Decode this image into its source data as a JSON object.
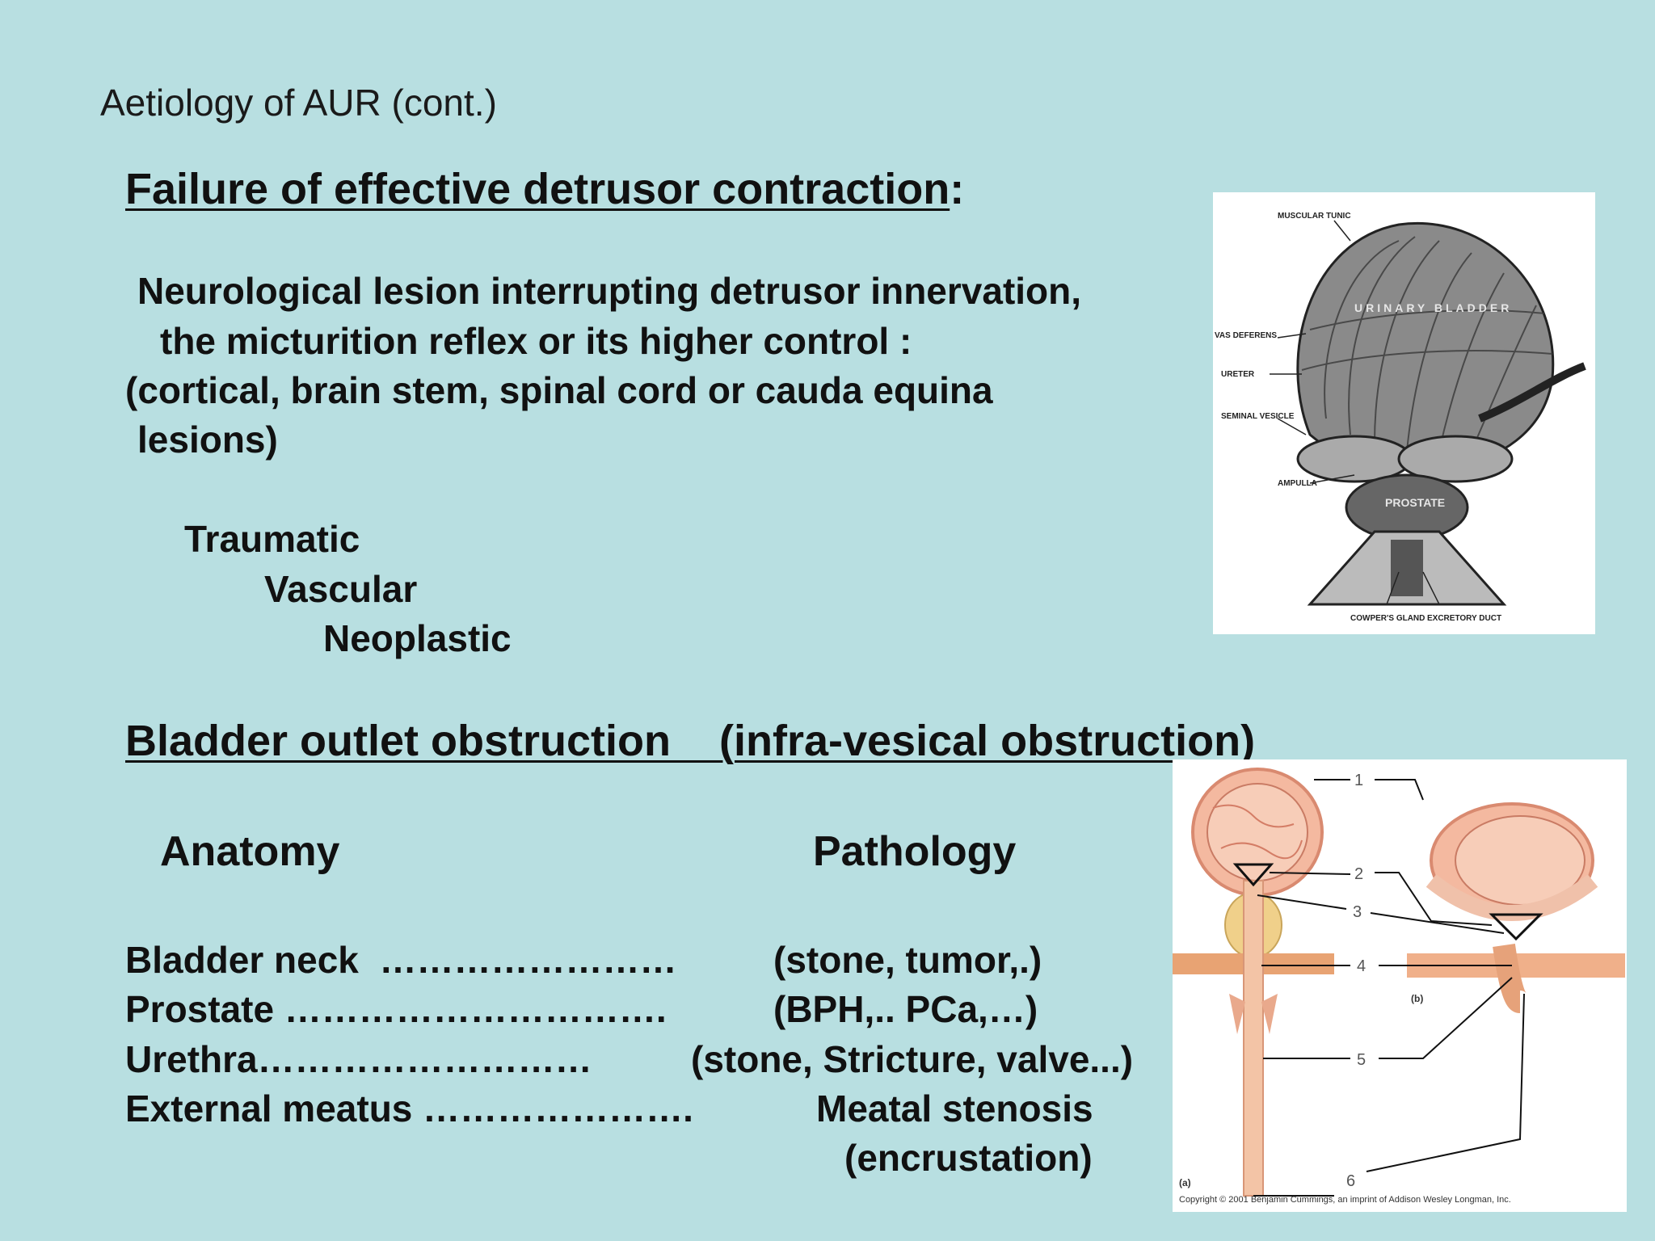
{
  "title": "Aetiology of AUR (cont.)",
  "section1": {
    "heading": "Failure of effective detrusor contraction",
    "heading_suffix": ":",
    "lines": [
      "Neurological lesion interrupting detrusor innervation,",
      "the micturition reflex or its higher control :",
      "(cortical, brain stem, spinal cord or cauda equina",
      "lesions)"
    ],
    "causes": [
      "Traumatic",
      "Vascular",
      "Neoplastic"
    ]
  },
  "section2": {
    "heading": "Bladder outlet obstruction    (infra-vesical obstruction)",
    "col_anatomy": "Anatomy",
    "col_pathology": "Pathology",
    "rows": [
      {
        "anatomy": "Bladder neck  ……………………",
        "pathology": "(stone, tumor,.)"
      },
      {
        "anatomy": "Prostate ………………………….",
        "pathology": "(BPH,.. PCa,…)"
      },
      {
        "anatomy": "Urethra………………………",
        "pathology": "(stone, Stricture, valve...)"
      },
      {
        "anatomy": "External meatus ………………….",
        "pathology": "Meatal stenosis"
      }
    ],
    "extra": "(encrustation)"
  },
  "figure1": {
    "labels": {
      "muscular_tunic": "MUSCULAR TUNIC",
      "urinary_bladder": "URINARY BLADDER",
      "vas_deferens": "VAS DEFERENS",
      "ureter": "URETER",
      "seminal_vesicle": "SEMINAL VESICLE",
      "ampulla": "AMPULLA",
      "prostate": "PROSTATE",
      "cowpers_gland": "COWPER'S GLAND",
      "excretory_duct": "EXCRETORY DUCT"
    }
  },
  "figure2": {
    "numbers": [
      "1",
      "2",
      "3",
      "4",
      "5",
      "6"
    ],
    "panel_a": "(a)",
    "panel_b": "(b)",
    "copyright": "Copyright © 2001 Benjamin Cummings, an imprint of Addison Wesley Longman, Inc."
  }
}
